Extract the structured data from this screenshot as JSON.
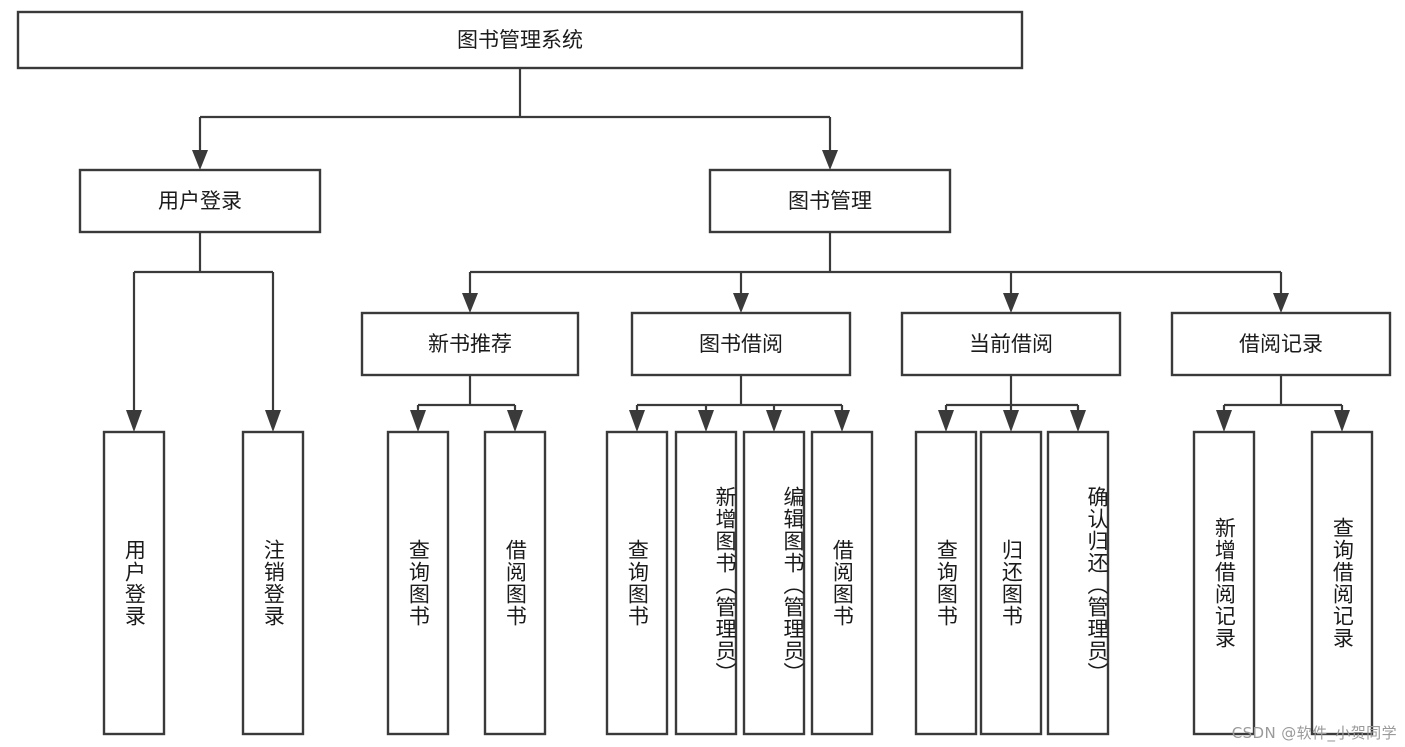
{
  "diagram": {
    "title": "图书管理系统",
    "type": "tree-hierarchy",
    "watermark": "CSDN @软件_小贺同学",
    "root": {
      "id": "root",
      "label": "图书管理系统"
    },
    "level2": [
      {
        "id": "user-login",
        "label": "用户登录"
      },
      {
        "id": "book-manage",
        "label": "图书管理"
      }
    ],
    "level3": [
      {
        "id": "new-book-recommend",
        "label": "新书推荐",
        "parent": "book-manage"
      },
      {
        "id": "book-borrow",
        "label": "图书借阅",
        "parent": "book-manage"
      },
      {
        "id": "current-borrow",
        "label": "当前借阅",
        "parent": "book-manage"
      },
      {
        "id": "borrow-record",
        "label": "借阅记录",
        "parent": "book-manage"
      }
    ],
    "leaves": {
      "user-login": [
        {
          "id": "leaf-user-login",
          "label": "用户登录"
        },
        {
          "id": "leaf-logout-login",
          "label": "注销登录"
        }
      ],
      "new-book-recommend": [
        {
          "id": "leaf-query-book-1",
          "label": "查询图书"
        },
        {
          "id": "leaf-borrow-book-1",
          "label": "借阅图书"
        }
      ],
      "book-borrow": [
        {
          "id": "leaf-query-book-2",
          "label": "查询图书"
        },
        {
          "id": "leaf-add-book",
          "label": "新增图书（管理员）"
        },
        {
          "id": "leaf-edit-book",
          "label": "编辑图书（管理员）"
        },
        {
          "id": "leaf-borrow-book-2",
          "label": "借阅图书"
        }
      ],
      "current-borrow": [
        {
          "id": "leaf-query-book-3",
          "label": "查询图书"
        },
        {
          "id": "leaf-return-book",
          "label": "归还图书"
        },
        {
          "id": "leaf-confirm-return",
          "label": "确认归还（管理员）"
        }
      ],
      "borrow-record": [
        {
          "id": "leaf-add-record",
          "label": "新增借阅记录"
        },
        {
          "id": "leaf-query-record",
          "label": "查询借阅记录"
        }
      ]
    },
    "colors": {
      "box_stroke": "#3a3a3a",
      "box_fill": "#ffffff",
      "text": "#1b1b1b",
      "connector": "#3a3a3a",
      "watermark": "#9a9a9a",
      "background": "#ffffff"
    }
  }
}
